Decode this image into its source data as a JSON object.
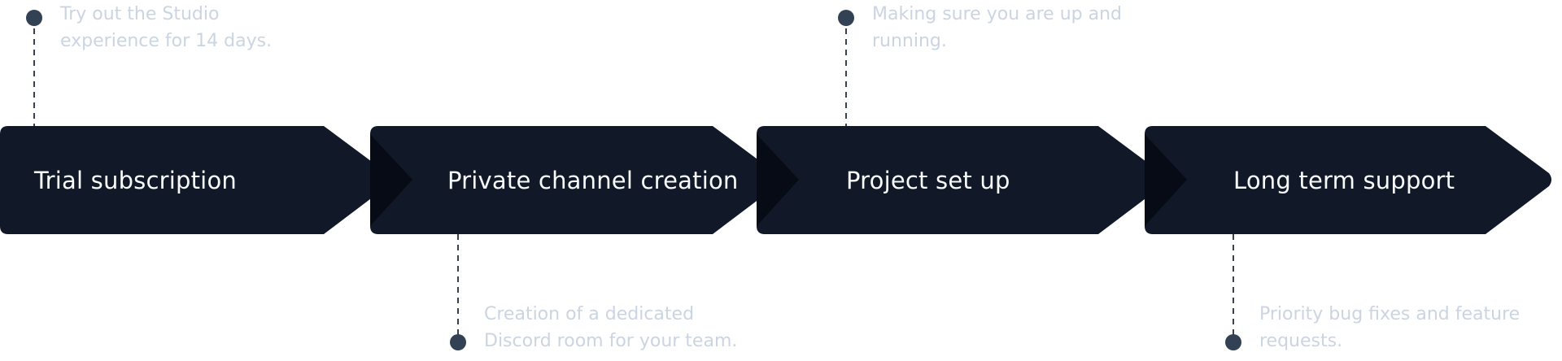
{
  "steps": [
    {
      "label": "Trial subscription",
      "note": [
        "Try out the Studio",
        "experience for 14 days."
      ],
      "note_side": "top"
    },
    {
      "label": "Private channel creation",
      "note": [
        "Creation of a dedicated",
        "Discord room for your team."
      ],
      "note_side": "bottom"
    },
    {
      "label": "Project set up",
      "note": [
        "Making sure you are up and",
        "running."
      ],
      "note_side": "top"
    },
    {
      "label": "Long term support",
      "note": [
        "Priority bug fixes and feature",
        "requests."
      ],
      "note_side": "bottom"
    }
  ],
  "colors": {
    "step_fill": "#111827",
    "step_shadow": "#070b16",
    "step_text": "#f8fafc",
    "connector": "#374151",
    "dot": "#334155",
    "note_text": "#cbd5e1"
  }
}
